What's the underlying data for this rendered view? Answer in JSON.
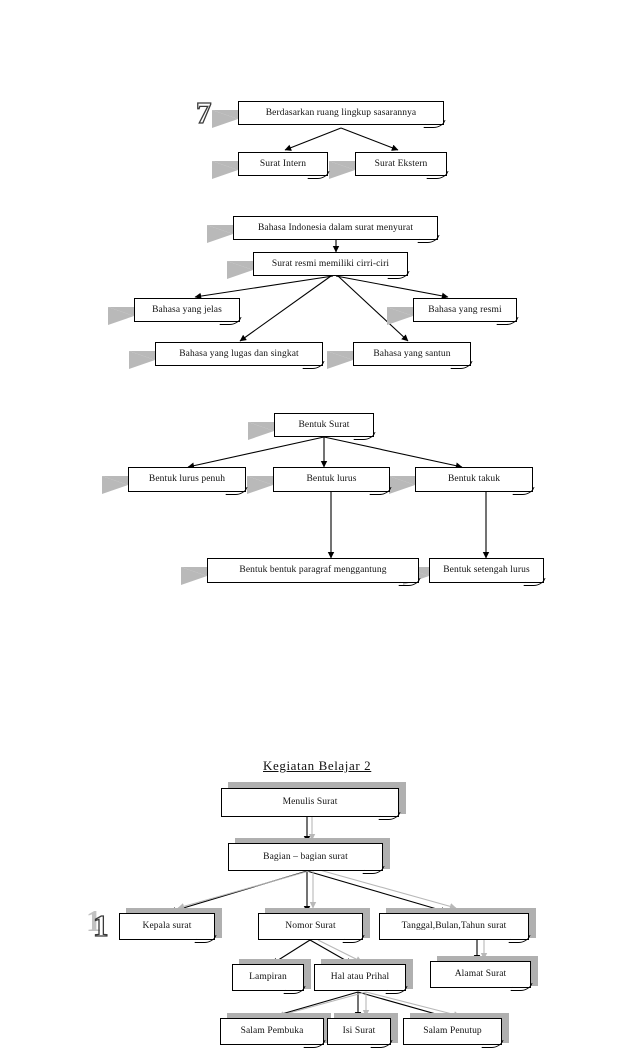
{
  "document": {
    "type": "scanned-worksheet-flowcharts",
    "language": "Indonesian",
    "page_markers": [
      {
        "name": "page-number-7",
        "value": "7"
      },
      {
        "name": "page-number-1",
        "value": "1"
      }
    ]
  },
  "headings": {
    "kegiatan_belajar_2": "Kegiatan  Belajar  2"
  },
  "diagrams": [
    {
      "id": "ruang-lingkup-sasaran",
      "nodes": [
        {
          "id": "n1",
          "label": "Berdasarkan ruang lingkup  sasarannya"
        },
        {
          "id": "n2",
          "label": "Surat Intern"
        },
        {
          "id": "n3",
          "label": "Surat Ekstern"
        }
      ],
      "edges": [
        {
          "from": "n1",
          "to": "n2"
        },
        {
          "from": "n1",
          "to": "n3"
        }
      ]
    },
    {
      "id": "bahasa-indonesia-surat-menyurat",
      "nodes": [
        {
          "id": "b1",
          "label": "Bahasa Indonesia dalam surat menyurat"
        },
        {
          "id": "b2",
          "label": "Surat resmi memiliki  cirri-ciri"
        },
        {
          "id": "b3",
          "label": "Bahasa yang jelas"
        },
        {
          "id": "b4",
          "label": "Bahasa yang resmi"
        },
        {
          "id": "b5",
          "label": "Bahasa yang lugas dan singkat"
        },
        {
          "id": "b6",
          "label": "Bahasa yang santun"
        }
      ],
      "edges": [
        {
          "from": "b1",
          "to": "b2"
        },
        {
          "from": "b2",
          "to": "b3"
        },
        {
          "from": "b2",
          "to": "b4"
        },
        {
          "from": "b2",
          "to": "b5"
        },
        {
          "from": "b2",
          "to": "b6"
        }
      ]
    },
    {
      "id": "bentuk-surat",
      "nodes": [
        {
          "id": "c1",
          "label": "Bentuk Surat"
        },
        {
          "id": "c2",
          "label": "Bentuk lurus penuh"
        },
        {
          "id": "c3",
          "label": "Bentuk lurus"
        },
        {
          "id": "c4",
          "label": "Bentuk takuk"
        },
        {
          "id": "c5",
          "label": "Bentuk bentuk paragraf menggantung"
        },
        {
          "id": "c6",
          "label": "Bentuk setengah lurus"
        }
      ],
      "edges": [
        {
          "from": "c1",
          "to": "c2"
        },
        {
          "from": "c1",
          "to": "c3"
        },
        {
          "from": "c1",
          "to": "c4"
        },
        {
          "from": "c3",
          "to": "c5"
        },
        {
          "from": "c4",
          "to": "c6"
        }
      ]
    },
    {
      "id": "menulis-surat",
      "nodes": [
        {
          "id": "d1",
          "label": "Menulis  Surat"
        },
        {
          "id": "d2",
          "label": "Bagian – bagian surat"
        },
        {
          "id": "d3",
          "label": "Kepala  surat"
        },
        {
          "id": "d4",
          "label": "Nomor Surat"
        },
        {
          "id": "d5",
          "label": "Tanggal,Bulan,Tahun  surat"
        },
        {
          "id": "d6",
          "label": "Lampiran"
        },
        {
          "id": "d7",
          "label": "Hal atau Prihal"
        },
        {
          "id": "d8",
          "label": "Alamat Surat"
        },
        {
          "id": "d9",
          "label": "Salam Pembuka"
        },
        {
          "id": "d10",
          "label": "Isi Surat"
        },
        {
          "id": "d11",
          "label": "Salam Penutup"
        }
      ],
      "edges": [
        {
          "from": "d1",
          "to": "d2"
        },
        {
          "from": "d2",
          "to": "d3"
        },
        {
          "from": "d2",
          "to": "d4"
        },
        {
          "from": "d2",
          "to": "d5"
        },
        {
          "from": "d4",
          "to": "d6"
        },
        {
          "from": "d4",
          "to": "d7"
        },
        {
          "from": "d5",
          "to": "d8"
        },
        {
          "from": "d7",
          "to": "d9"
        },
        {
          "from": "d7",
          "to": "d10"
        },
        {
          "from": "d7",
          "to": "d11"
        }
      ]
    }
  ],
  "colors": {
    "ink": "#111111",
    "shadow_wedge": "#b9b9b9",
    "shadow_block": "#b0b0b0",
    "ghost_line": "#b5b5b5",
    "page_bg": "#ffffff"
  }
}
